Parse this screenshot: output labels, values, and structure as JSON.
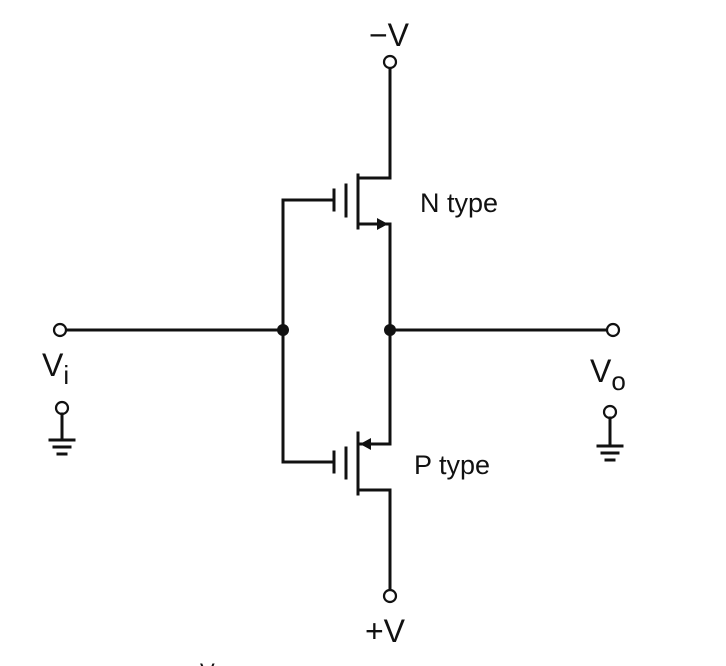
{
  "labels": {
    "neg_supply": "−V",
    "pos_supply": "+V",
    "input_main": "V",
    "input_sub": "i",
    "output_main": "V",
    "output_sub": "o",
    "n_transistor": "N type",
    "p_transistor": "P type",
    "bottom_fragment": "V"
  }
}
